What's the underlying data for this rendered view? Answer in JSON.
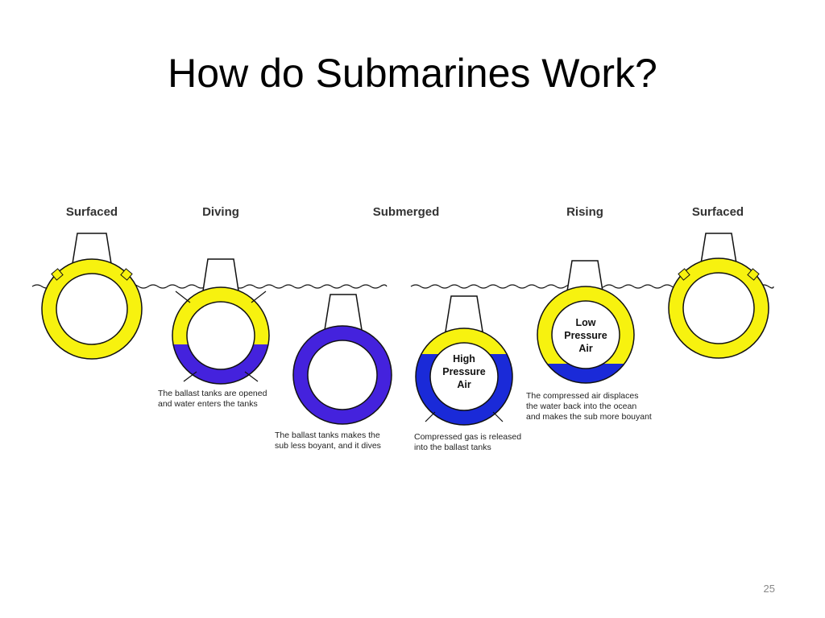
{
  "slide": {
    "title": "How do Submarines Work?",
    "page_number": "25"
  },
  "colors": {
    "air_tank": "#f7f20f",
    "water_tank": "#4422dd",
    "compressed_water": "#1a2ad8",
    "outline": "#111111"
  },
  "stages": [
    {
      "label": "Surfaced",
      "ballast": "air"
    },
    {
      "label": "Diving",
      "ballast": "half-flooded"
    },
    {
      "label": "Submerged",
      "ballast": "flooded"
    },
    {
      "label": "Rising",
      "ballast": "low-pressure-air"
    },
    {
      "label": "Surfaced",
      "ballast": "air"
    }
  ],
  "captions": {
    "diving": [
      "The ballast tanks are opened",
      "and water enters the tanks"
    ],
    "submerged": [
      "The ballast tanks makes the",
      "sub less boyant, and it dives"
    ],
    "compressed": [
      "Compressed gas is released",
      "into the ballast tanks"
    ],
    "rising": [
      "The compressed air displaces",
      "the water back into the ocean",
      "and makes the sub more bouyant"
    ]
  },
  "inner_labels": {
    "high_pressure": [
      "High",
      "Pressure",
      "Air"
    ],
    "low_pressure": [
      "Low",
      "Pressure",
      "Air"
    ]
  }
}
